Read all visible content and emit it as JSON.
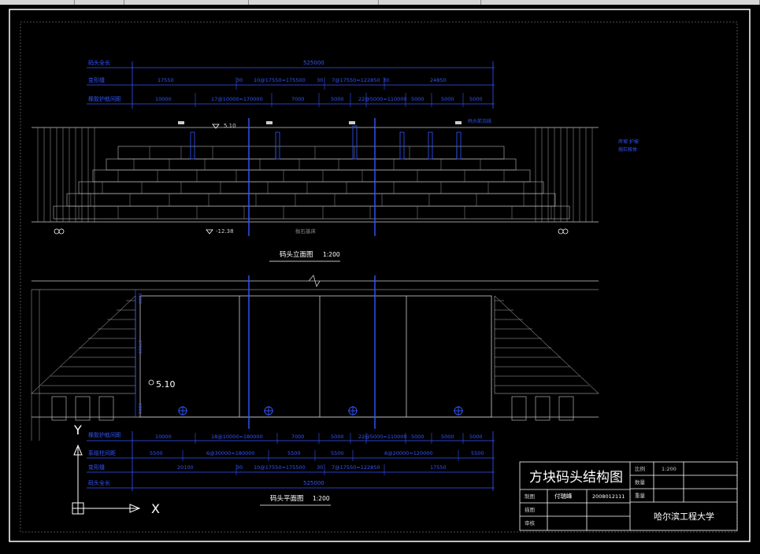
{
  "window": {
    "toolbar_segments": 6
  },
  "drawing": {
    "title": "方块码头结构图",
    "school": "哈尔滨工程大学",
    "scale": "1:200",
    "elevation_title": "码头立面图",
    "elevation_scale": "1:200",
    "plan_title": "码头平面图",
    "plan_scale": "1:200",
    "elev_top": "5.10",
    "elev_bottom": "-12.38",
    "bottom_note": "抛石基床",
    "plan_level": "5.10",
    "side_note_1": "岸坡 护坡",
    "side_note_2": "抛石棱体",
    "top_note": "码头前沿线",
    "dim_total_label": "码头全长",
    "dim_joint_label": "变形缝",
    "dim_fender_label": "橡胶护舷间距",
    "dim_bollard_label": "系缆柱间距",
    "dim_total_value": "525000",
    "dim_joints": [
      "17550",
      "30",
      "10@17550=175500",
      "30",
      "7@17550=122850",
      "30",
      "24850"
    ],
    "dim_fenders": [
      "10000",
      "17@10000=170000",
      "7000",
      "5000",
      "22@5000=110000",
      "5000",
      "5000",
      "5000"
    ],
    "dim_fenders_plan": [
      "10000",
      "18@10000=180000",
      "7000",
      "5000",
      "22@5000=110000",
      "5000",
      "5000",
      "5000"
    ],
    "dim_bollards": [
      "5500",
      "6@30000=180000",
      "5500",
      "5500",
      "6@20000=120000",
      "5500"
    ],
    "dim_joints_plan": [
      "20100",
      "30",
      "10@17550=175500",
      "30",
      "7@17550=122850",
      "17550"
    ],
    "plan_dim_1": "1000",
    "plan_dim_2": "17000",
    "plan_dim_3": "1000",
    "axis_y": "Y",
    "axis_x": "X"
  },
  "title_block": {
    "label_ratio": "比例",
    "label_qty": "数量",
    "label_weight": "重量",
    "label_drawn": "制图",
    "drawn_by": "付瑞峰",
    "student_no": "2008012111",
    "label_design": "描图",
    "label_review": "审核"
  }
}
